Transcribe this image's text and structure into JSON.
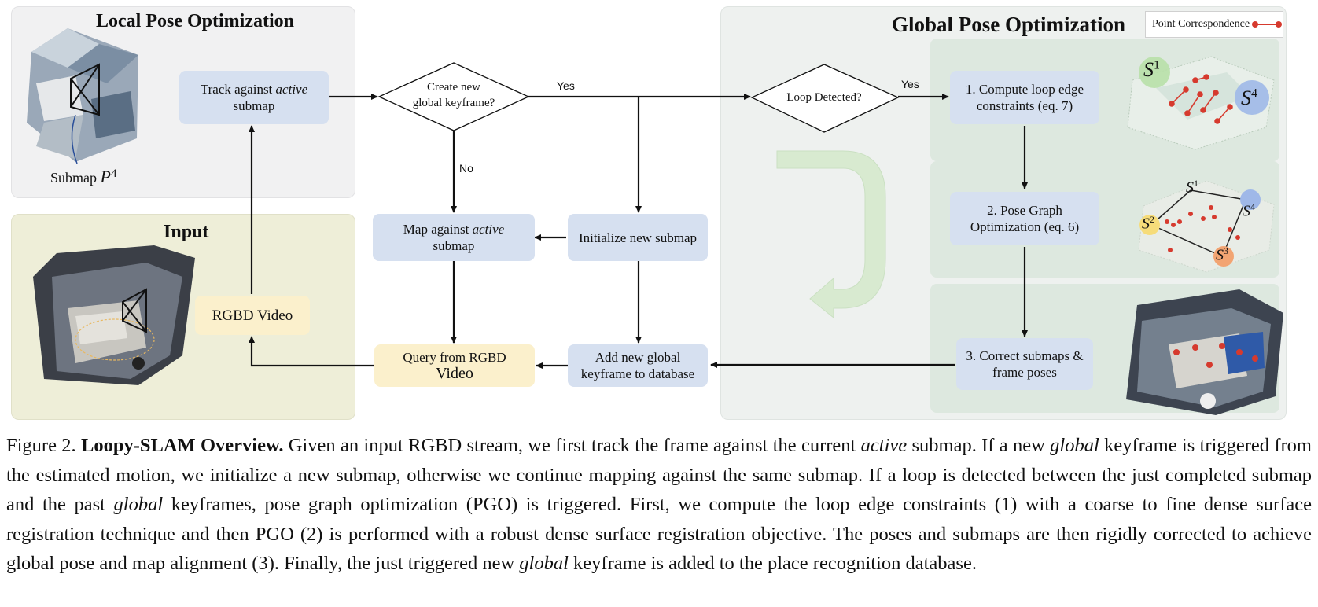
{
  "panels": {
    "local_title": "Local Pose Optimization",
    "input_title": "Input",
    "global_title": "Global Pose Optimization"
  },
  "legend": {
    "label": "Point Correspondence",
    "color": "#d63a2e"
  },
  "submap_label": {
    "text": "Submap",
    "symbol": "P",
    "superscript": "4"
  },
  "nodes": {
    "track": {
      "line1": "Track against",
      "emph": "active",
      "line2": "submap"
    },
    "create_keyframe": {
      "line1": "Create new",
      "line2": "global keyframe?"
    },
    "map_against": {
      "line1": "Map against",
      "emph": "active",
      "line2": "submap"
    },
    "init_submap": "Initialize new submap",
    "rgbd_video": "RGBD Video",
    "query": {
      "line1": "Query from RGBD",
      "line2": "Video"
    },
    "add_keyframe": {
      "line1": "Add new global",
      "line2": "keyframe to database"
    },
    "loop_detected": "Loop Detected?",
    "compute_loop": {
      "line1": "1. Compute loop edge",
      "line2": "constraints (eq. 7)"
    },
    "pgo": {
      "line1": "2. Pose Graph",
      "line2": "Optimization (eq. 6)"
    },
    "correct": {
      "line1": "3. Correct submaps &",
      "line2": "frame poses"
    }
  },
  "edge_labels": {
    "yes1": "Yes",
    "no": "No",
    "yes2": "Yes"
  },
  "submap_symbols": {
    "s1": "S",
    "s1_sup": "1",
    "s4": "S",
    "s4_sup": "4",
    "g1": "S",
    "g1_sup": "1",
    "g2": "S",
    "g2_sup": "2",
    "g3": "S",
    "g3_sup": "3",
    "g4": "S",
    "g4_sup": "4"
  },
  "caption": {
    "fig": "Figure 2.",
    "title": "Loopy-SLAM Overview.",
    "p1": "Given an input RGBD stream, we first track the frame against the current",
    "e1": "active",
    "p2": "submap. If a new",
    "e2": "global",
    "p3": "keyframe is triggered from the estimated motion, we initialize a new submap, otherwise we continue mapping against the same submap. If a loop is detected between the just completed submap and the past",
    "e3": "global",
    "p4": "keyframes, pose graph optimization (PGO) is triggered. First, we compute the loop edge constraints (1) with a coarse to fine dense surface registration technique and then PGO (2) is performed with a robust dense surface registration objective. The poses and submaps are then rigidly corrected to achieve global pose and map alignment (3). Finally, the just triggered new",
    "e4": "global",
    "p5": "keyframe is added to the place recognition database."
  },
  "colors": {
    "box_blue": "#d6e0f0",
    "box_yellow": "#fbf0cc",
    "correspondence_red": "#d63a2e",
    "s1_green": "#b8e0a8",
    "s4_blue": "#9fb8e8",
    "s2_yellow": "#f6dc7a",
    "s3_orange": "#f2a472"
  }
}
